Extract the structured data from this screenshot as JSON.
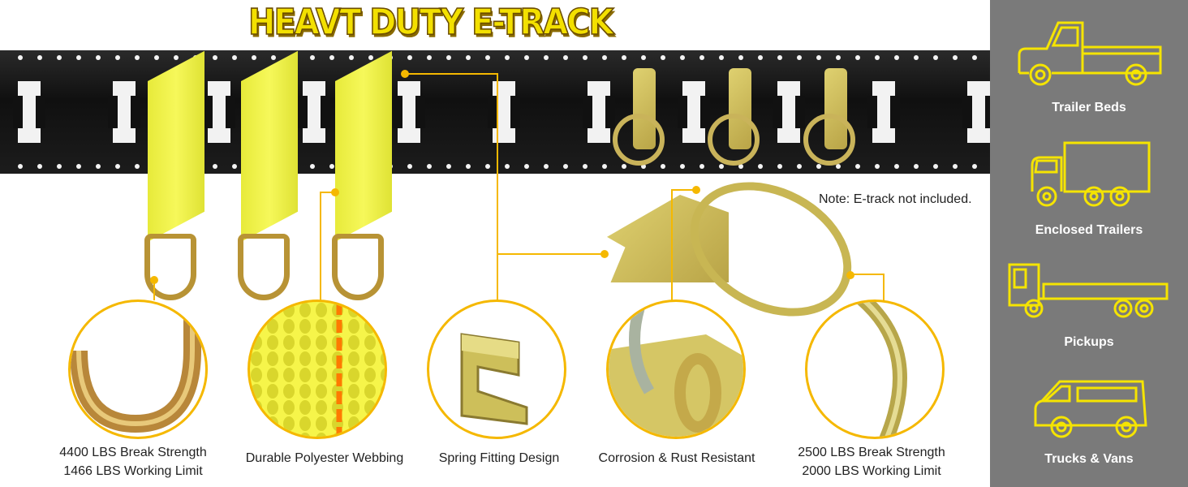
{
  "title": "HEAVT DUTY E-TRACK ACCESSORIES",
  "note": "Note: E-track not included.",
  "features": [
    {
      "line1": "4400 LBS Break Strength",
      "line2": "1466 LBS Working Limit"
    },
    {
      "line1": "Durable Polyester Webbing",
      "line2": ""
    },
    {
      "line1": "Spring Fitting Design",
      "line2": ""
    },
    {
      "line1": "Corrosion & Rust Resistant",
      "line2": ""
    },
    {
      "line1": "2500 LBS Break Strength",
      "line2": "2000 LBS Working Limit"
    }
  ],
  "vehicles": [
    {
      "label": "Trailer Beds",
      "icon": "pickup-truck-bed-icon"
    },
    {
      "label": "Enclosed Trailers",
      "icon": "box-truck-icon"
    },
    {
      "label": "Pickups",
      "icon": "flatbed-truck-icon"
    },
    {
      "label": "Trucks & Vans",
      "icon": "van-icon"
    }
  ],
  "colors": {
    "accent": "#f5b800",
    "title_fill": "#f3e000",
    "panel": "#7a7a7a",
    "track": "#141414",
    "webbing": "#f2f44c"
  }
}
